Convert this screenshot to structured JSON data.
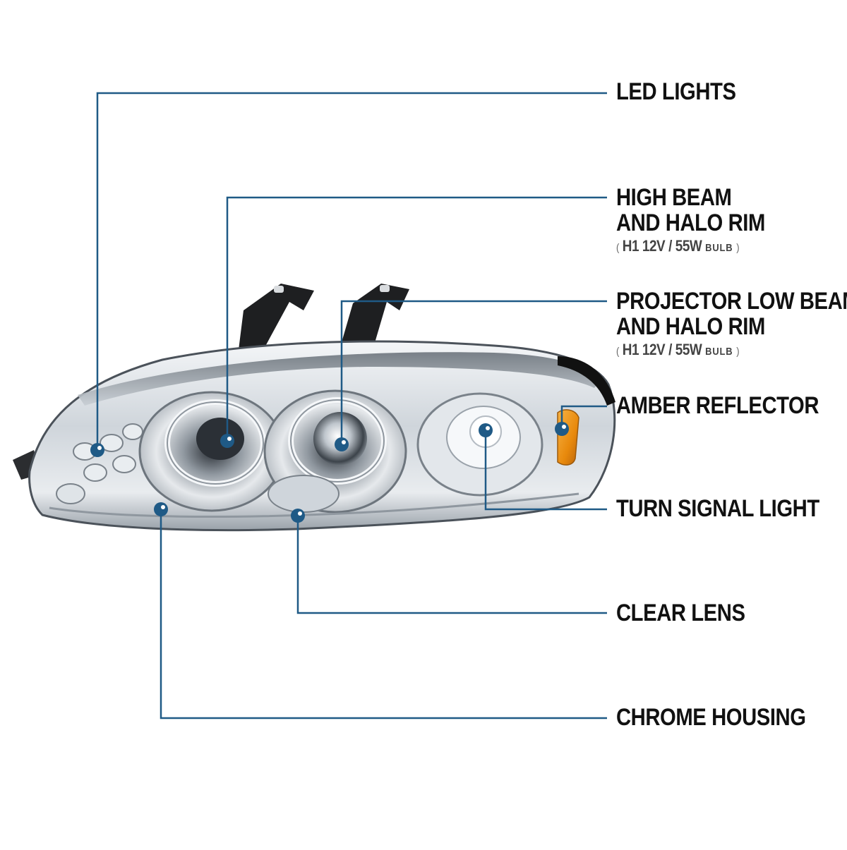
{
  "colors": {
    "leader_line": "#1f5a86",
    "dot_fill": "#1f5a86",
    "dot_highlight": "#ffffff",
    "amber": "#e8890c",
    "chrome_light": "#eef1f4",
    "chrome_mid": "#c3cad1",
    "chrome_dark": "#5f6770",
    "bracket": "#222222"
  },
  "callouts": {
    "led_lights": {
      "line1": "LED LIGHTS"
    },
    "high_beam": {
      "line1": "HIGH BEAM",
      "line2": "AND HALO RIM",
      "spec_open": "(",
      "spec_bulb": "H1",
      "spec_rating": "12V / 55W",
      "spec_unit": "BULB",
      "spec_close": ")"
    },
    "projector_low_beam": {
      "line1": "PROJECTOR LOW BEAM",
      "line2": "AND HALO RIM",
      "spec_open": "(",
      "spec_bulb": "H1",
      "spec_rating": "12V / 55W",
      "spec_unit": "BULB",
      "spec_close": ")"
    },
    "amber_reflector": {
      "line1": "AMBER REFLECTOR"
    },
    "turn_signal_light": {
      "line1": "TURN SIGNAL LIGHT"
    },
    "clear_lens": {
      "line1": "CLEAR LENS"
    },
    "chrome_housing": {
      "line1": "CHROME HOUSING"
    }
  }
}
